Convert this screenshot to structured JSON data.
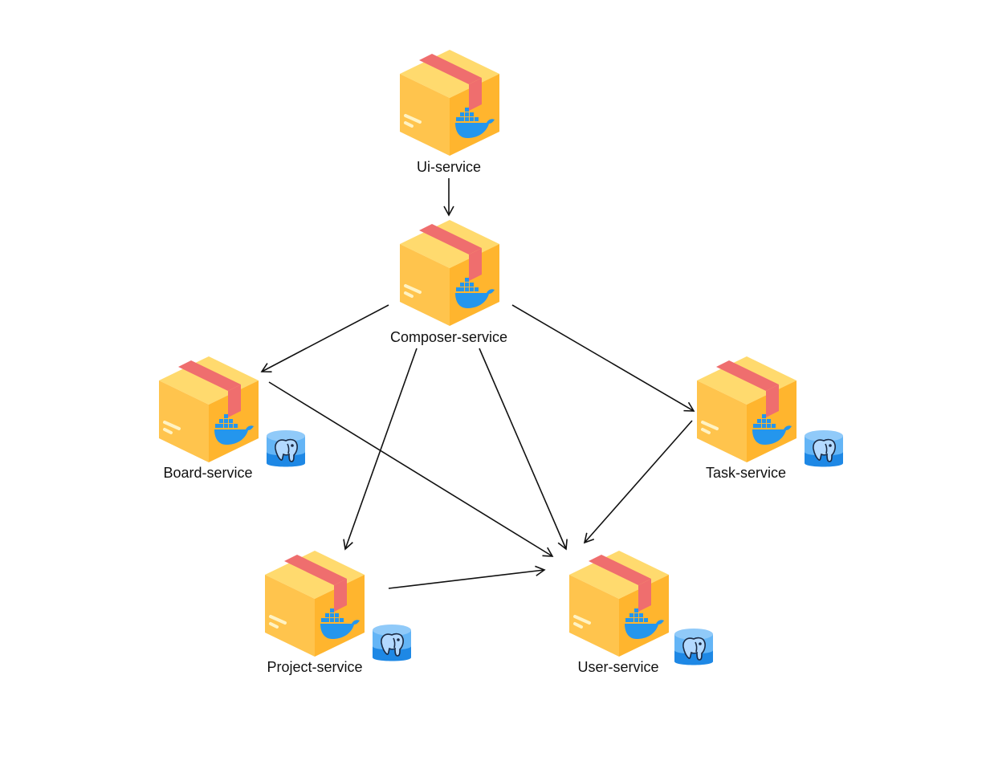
{
  "diagram": {
    "colors": {
      "box_top": "#FFDA6E",
      "box_left": "#FFC44D",
      "box_right": "#FFB52E",
      "tape": "#EF6E6E",
      "docker": "#2496ED",
      "db_dark": "#1E88E5",
      "db_light": "#64B5F6",
      "arrow": "#111111"
    },
    "nodes": [
      {
        "id": "ui",
        "label": "Ui-service",
        "icon": "docker-package-icon",
        "database": false
      },
      {
        "id": "composer",
        "label": "Composer-service",
        "icon": "docker-package-icon",
        "database": false
      },
      {
        "id": "board",
        "label": "Board-service",
        "icon": "docker-package-icon",
        "database": true,
        "db_icon": "postgresql-icon"
      },
      {
        "id": "task",
        "label": "Task-service",
        "icon": "docker-package-icon",
        "database": true,
        "db_icon": "postgresql-icon"
      },
      {
        "id": "project",
        "label": "Project-service",
        "icon": "docker-package-icon",
        "database": true,
        "db_icon": "postgresql-icon"
      },
      {
        "id": "user",
        "label": "User-service",
        "icon": "docker-package-icon",
        "database": true,
        "db_icon": "postgresql-icon"
      }
    ],
    "edges": [
      {
        "from": "ui",
        "to": "composer"
      },
      {
        "from": "composer",
        "to": "board"
      },
      {
        "from": "composer",
        "to": "task"
      },
      {
        "from": "composer",
        "to": "project"
      },
      {
        "from": "composer",
        "to": "user"
      },
      {
        "from": "board",
        "to": "user"
      },
      {
        "from": "task",
        "to": "user"
      },
      {
        "from": "project",
        "to": "user"
      }
    ]
  }
}
